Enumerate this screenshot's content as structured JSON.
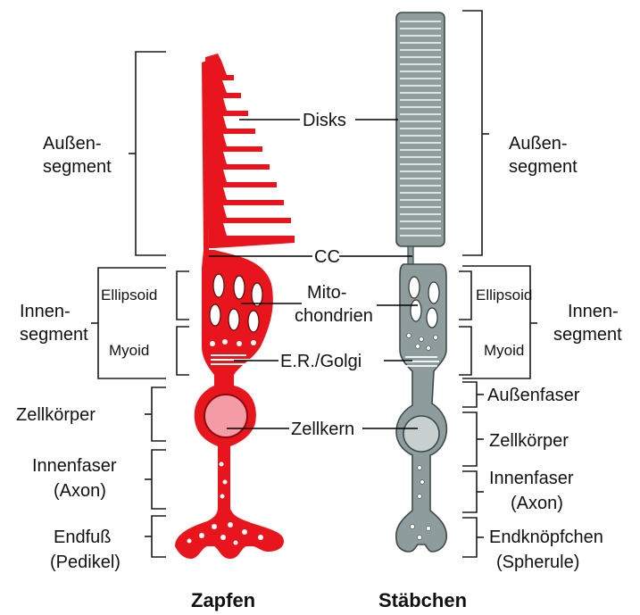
{
  "colors": {
    "cone": "#e8151c",
    "rod": "#8e9c9d",
    "nucleus_cone": "#f59ba6",
    "nucleus_rod": "#c8d0cf",
    "line": "#1a1a1a"
  },
  "left_labels": {
    "outer_segment": [
      "Außen-",
      "segment"
    ],
    "inner_segment": [
      "Innen-",
      "segment"
    ],
    "ellipsoid": "Ellipsoid",
    "myoid": "Myoid",
    "cell_body": "Zellkörper",
    "inner_fiber": [
      "Innenfaser",
      "(Axon)"
    ],
    "end_foot": [
      "Endfuß",
      "(Pedikel)"
    ]
  },
  "center_labels": {
    "disks": "Disks",
    "cc": "CC",
    "mitochondria": [
      "Mito-",
      "chondrien"
    ],
    "er_golgi": "E.R./Golgi",
    "nucleus": "Zellkern"
  },
  "right_labels": {
    "outer_segment": [
      "Außen-",
      "segment"
    ],
    "inner_segment": [
      "Innen-",
      "segment"
    ],
    "ellipsoid": "Ellipsoid",
    "myoid": "Myoid",
    "outer_fiber": "Außenfaser",
    "cell_body": "Zellkörper",
    "inner_fiber": [
      "Innenfaser",
      "(Axon)"
    ],
    "end_knob": [
      "Endknöpfchen",
      "(Spherule)"
    ]
  },
  "titles": {
    "cone": "Zapfen",
    "rod": "Stäbchen"
  }
}
